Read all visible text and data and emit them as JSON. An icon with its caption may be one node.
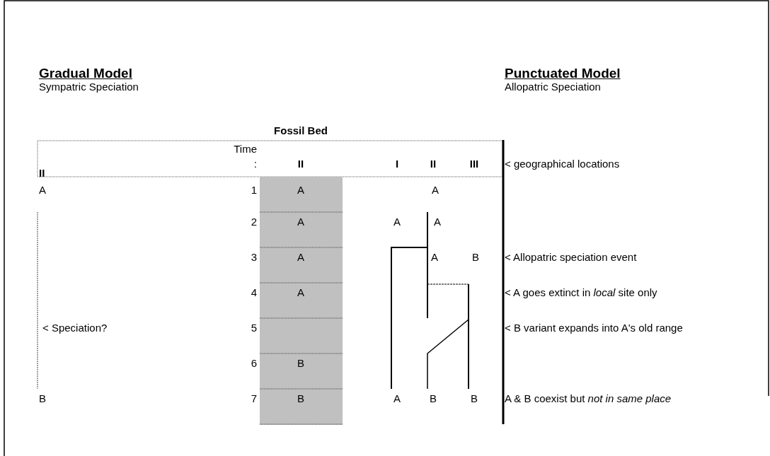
{
  "diagram": {
    "labels": [
      "Gradual Model",
      "Punctuated Model",
      "Sympatric Speciation",
      "Allopatric Speciation",
      "Fossil Bed",
      "Time",
      ":",
      "II",
      "I",
      "II",
      "III",
      "< geographical locations",
      "II",
      "A",
      "1",
      "A",
      "A",
      "2",
      "A",
      "A",
      "A",
      "3",
      "A",
      "A",
      "B",
      "< Allopatric speciation event",
      "4",
      "A",
      "< A goes extinct in *local* site only",
      "< Speciation?",
      "5",
      "< B variant expands into A's old range",
      "6",
      "B",
      "B",
      "7",
      "B",
      "A",
      "B",
      "B",
      "A & B coexist but *not in same place*"
    ]
  }
}
